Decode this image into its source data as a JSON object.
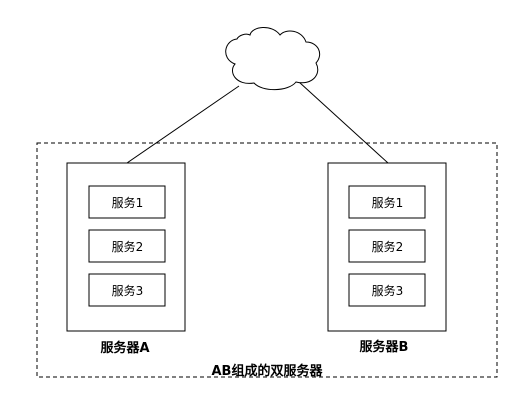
{
  "group": {
    "title": "AB组成的双服务器"
  },
  "servers": [
    {
      "name": "服务器A",
      "services": [
        "服务1",
        "服务2",
        "服务3"
      ]
    },
    {
      "name": "服务器B",
      "services": [
        "服务1",
        "服务2",
        "服务3"
      ]
    }
  ],
  "cloud": {
    "icon": "cloud-icon"
  },
  "colors": {
    "stroke": "#000000",
    "fill": "#ffffff"
  }
}
